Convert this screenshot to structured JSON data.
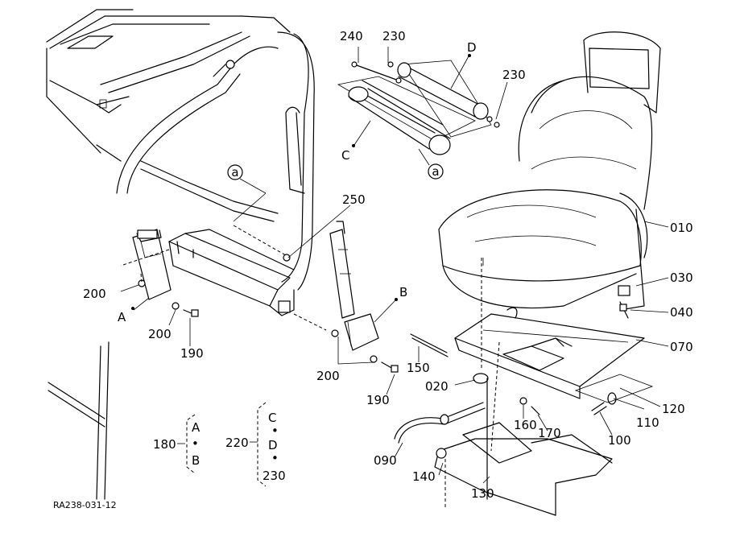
{
  "figure_code": "RA238-031-12",
  "part_numbers": {
    "p010": "010",
    "p020": "020",
    "p030": "030",
    "p040": "040",
    "p070": "070",
    "p090": "090",
    "p100": "100",
    "p110": "110",
    "p120": "120",
    "p130": "130",
    "p140": "140",
    "p150": "150",
    "p160": "160",
    "p170": "170",
    "p190a": "190",
    "p190b": "190",
    "p200a": "200",
    "p200b": "200",
    "p200c": "200",
    "p230a": "230",
    "p230b": "230",
    "p240": "240",
    "p250": "250"
  },
  "reference_letters": {
    "A": "A",
    "B": "B",
    "C": "C",
    "D": "D",
    "a1": "a",
    "a2": "a"
  },
  "assemblies": {
    "p180": {
      "number": "180",
      "items": [
        "A",
        "•",
        "B"
      ]
    },
    "p220": {
      "number": "220",
      "items": [
        "C",
        "•",
        "D",
        "•",
        "230"
      ]
    }
  }
}
